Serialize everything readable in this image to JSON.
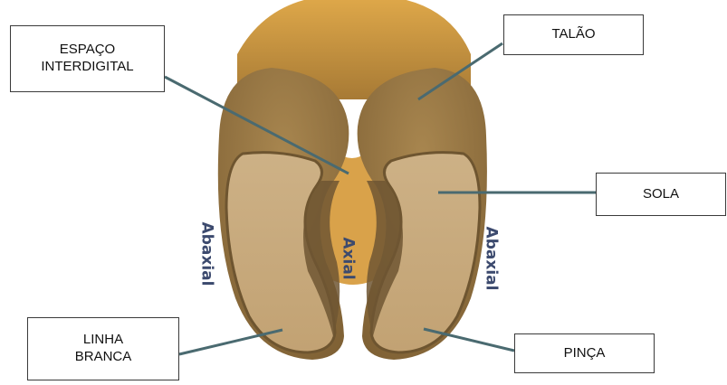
{
  "labels": {
    "espaco_interdigital": [
      "ESPAÇO",
      "INTERDIGITAL"
    ],
    "talao": "TALÃO",
    "sola": "SOLA",
    "linha_branca": [
      "LINHA",
      "BRANCA"
    ],
    "pinca": "PINÇA"
  },
  "side_labels": {
    "abaxial_left": "Abaxial",
    "axial": "Axial",
    "abaxial_right": "Abaxial"
  },
  "colors": {
    "hoof_dark": "#8a6a3a",
    "hoof_mid": "#b08a52",
    "sole": "#c9ac80",
    "white_line": "#6e5530",
    "heel_top": "#c89038",
    "pointer": "#4a6a70",
    "side_text": "#3c4a6e"
  }
}
